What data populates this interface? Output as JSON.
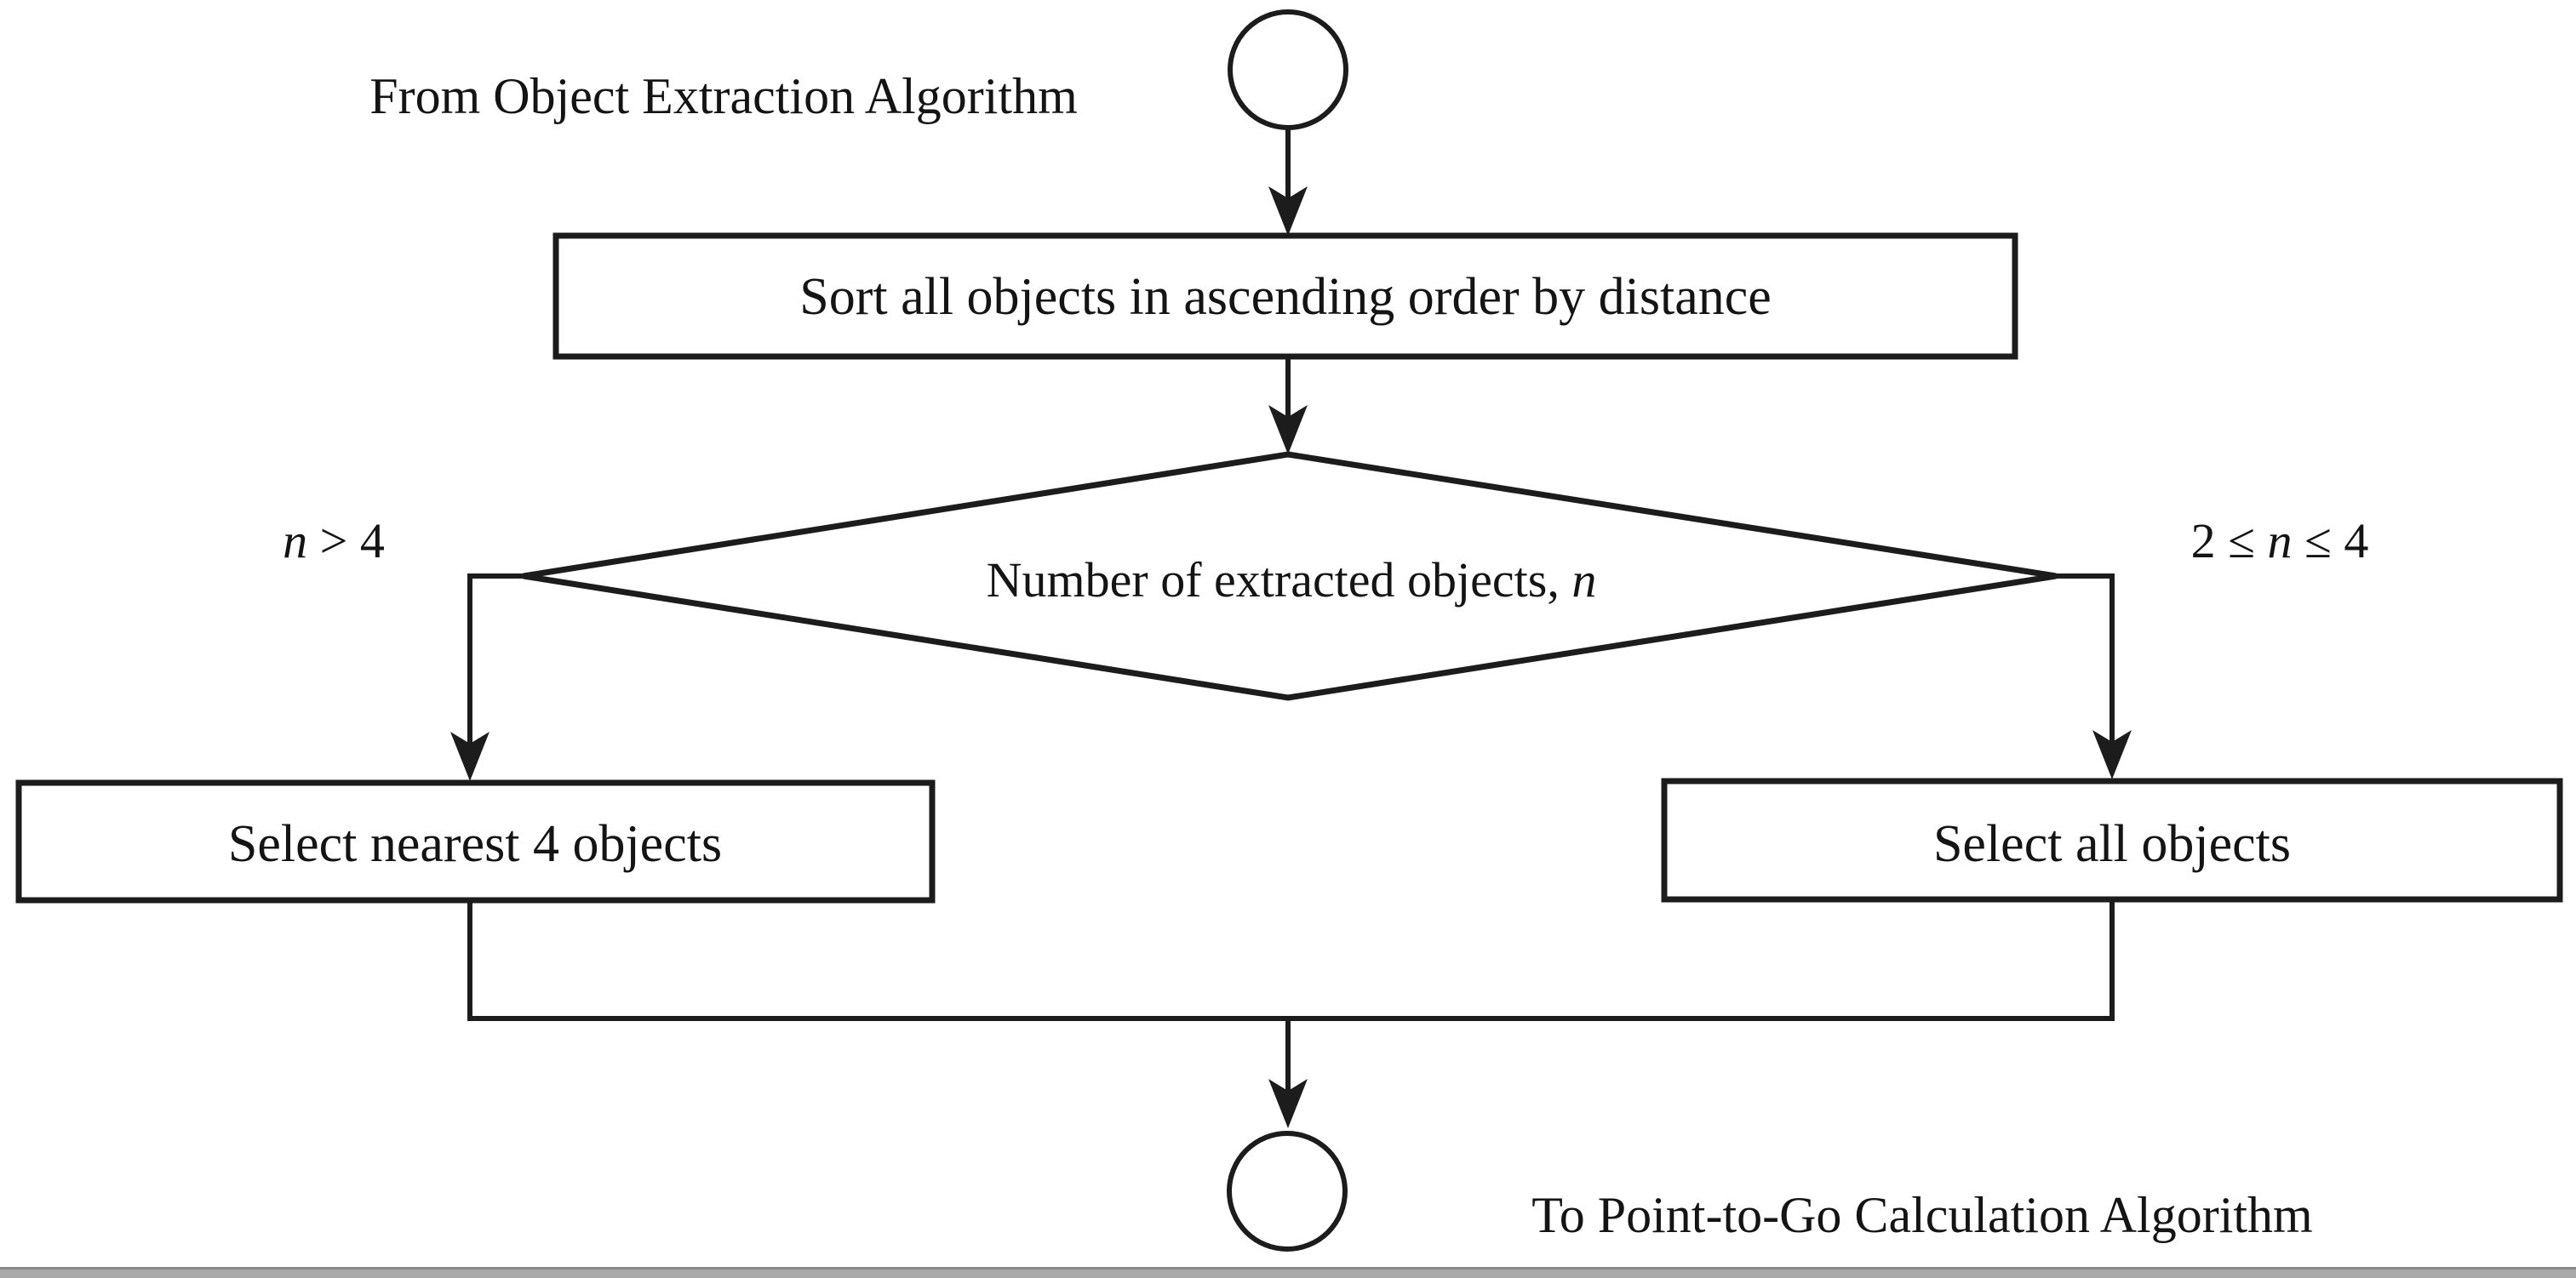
{
  "flow": {
    "from_label": "From Object Extraction Algorithm",
    "sort_box": "Sort all objects in ascending order by distance",
    "decision_text": "Number of extracted objects, ",
    "decision_var": "n",
    "left_cond_var": "n",
    "left_cond_rest": " > 4",
    "right_cond_pre": "2 ≤ ",
    "right_cond_var": "n",
    "right_cond_post": " ≤ 4",
    "left_box": "Select nearest 4 objects",
    "right_box": "Select all objects",
    "to_label": "To Point-to-Go Calculation Algorithm"
  },
  "colors": {
    "ink": "#1c1c1c",
    "text": "#141414",
    "canvas": "#ffffff",
    "footer_bar": "#a9a9a9",
    "footer_bar_edge": "#8a8a8a"
  }
}
